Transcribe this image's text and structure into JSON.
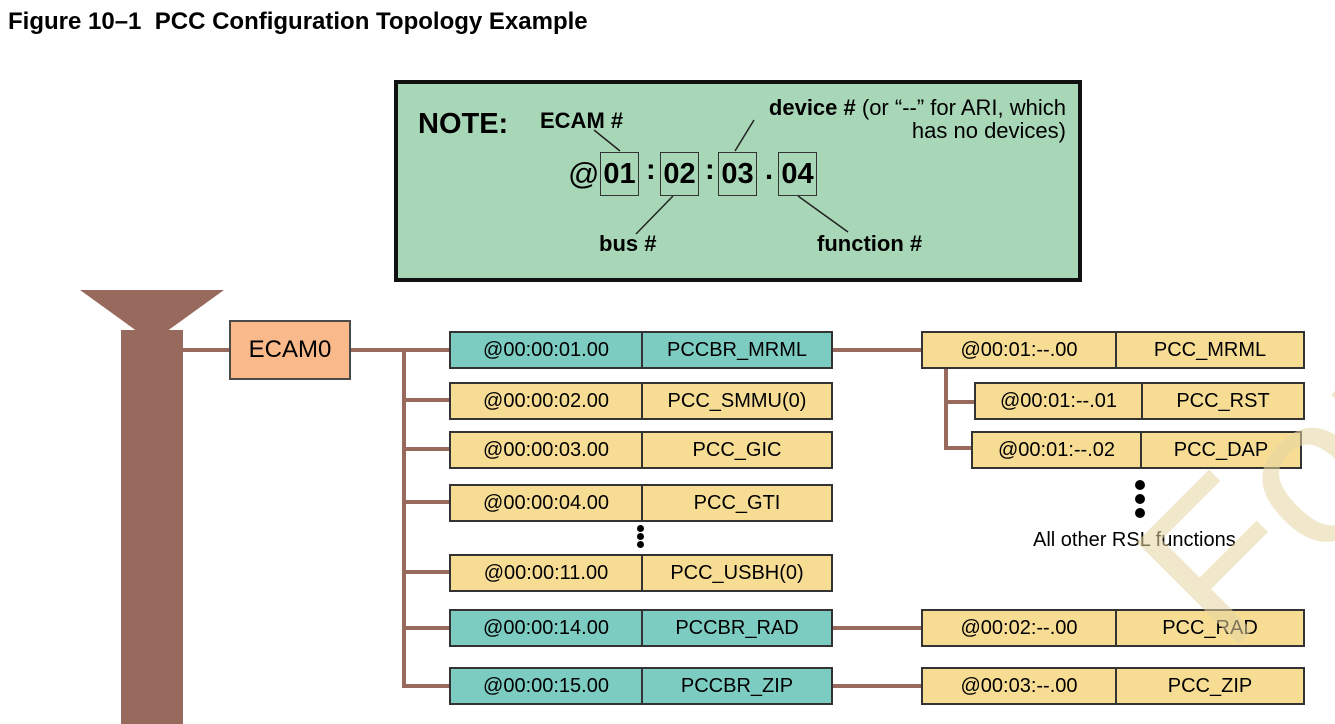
{
  "figure_title": "Figure 10–1  PCC Configuration Topology Example",
  "note": {
    "title": "NOTE:",
    "at_symbol": "@",
    "segments": [
      "01",
      "02",
      "03",
      "04"
    ],
    "separators": [
      ":",
      ":",
      "."
    ],
    "label_ecam": "ECAM #",
    "label_device_bold": "device #",
    "label_device_rest_1": " (or “--” for ARI, which",
    "label_device_rest_2": "has no devices)",
    "label_bus": "bus #",
    "label_function": "function #"
  },
  "ecam_label": "ECAM0",
  "left_rows": [
    {
      "address": "@00:00:01.00",
      "name": "PCCBR_MRML",
      "bridge": true
    },
    {
      "address": "@00:00:02.00",
      "name": "PCC_SMMU(0)",
      "bridge": false
    },
    {
      "address": "@00:00:03.00",
      "name": "PCC_GIC",
      "bridge": false
    },
    {
      "address": "@00:00:04.00",
      "name": "PCC_GTI",
      "bridge": false
    },
    {
      "address": "@00:00:11.00",
      "name": "PCC_USBH(0)",
      "bridge": false
    },
    {
      "address": "@00:00:14.00",
      "name": "PCCBR_RAD",
      "bridge": true
    },
    {
      "address": "@00:00:15.00",
      "name": "PCCBR_ZIP",
      "bridge": true
    }
  ],
  "right_rows": [
    {
      "address": "@00:01:--.00",
      "name": "PCC_MRML"
    },
    {
      "address": "@00:01:--.01",
      "name": "PCC_RST"
    },
    {
      "address": "@00:01:--.02",
      "name": "PCC_DAP"
    },
    {
      "address": "@00:02:--.00",
      "name": "PCC_RAD"
    },
    {
      "address": "@00:03:--.00",
      "name": "PCC_ZIP"
    }
  ],
  "rsl_label": "All other RSL functions",
  "colors": {
    "bus_line": "#98695d",
    "bridge_fill": "#7cccc2",
    "function_fill": "#f7dc94",
    "ecam_fill": "#f9b98b",
    "note_fill": "#a8d7b8"
  }
}
